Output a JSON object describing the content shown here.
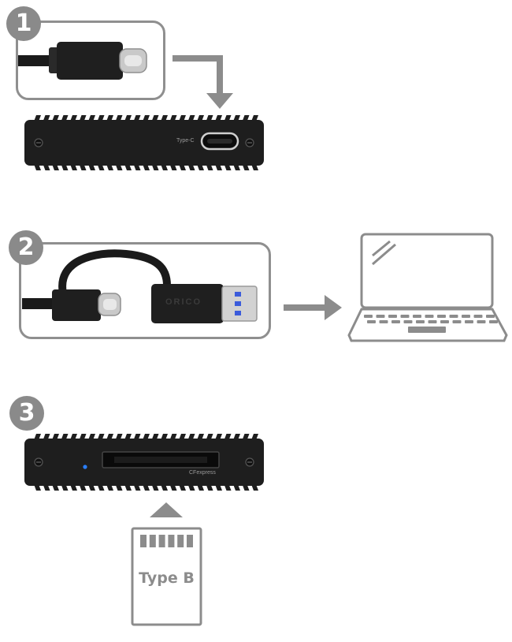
{
  "steps": [
    {
      "number": "1"
    },
    {
      "number": "2"
    },
    {
      "number": "3"
    }
  ],
  "reader": {
    "port_label": "Type-C",
    "slot_label": "CFexpress"
  },
  "cable": {
    "brand_mark": "ORICO"
  },
  "card": {
    "label": "Type B"
  },
  "colors": {
    "badge": "#8a8a8a",
    "outline": "#8f8f8f",
    "device": "#1e1e1e",
    "usb_blue": "#3b5bdb",
    "led": "#2a7fff"
  }
}
